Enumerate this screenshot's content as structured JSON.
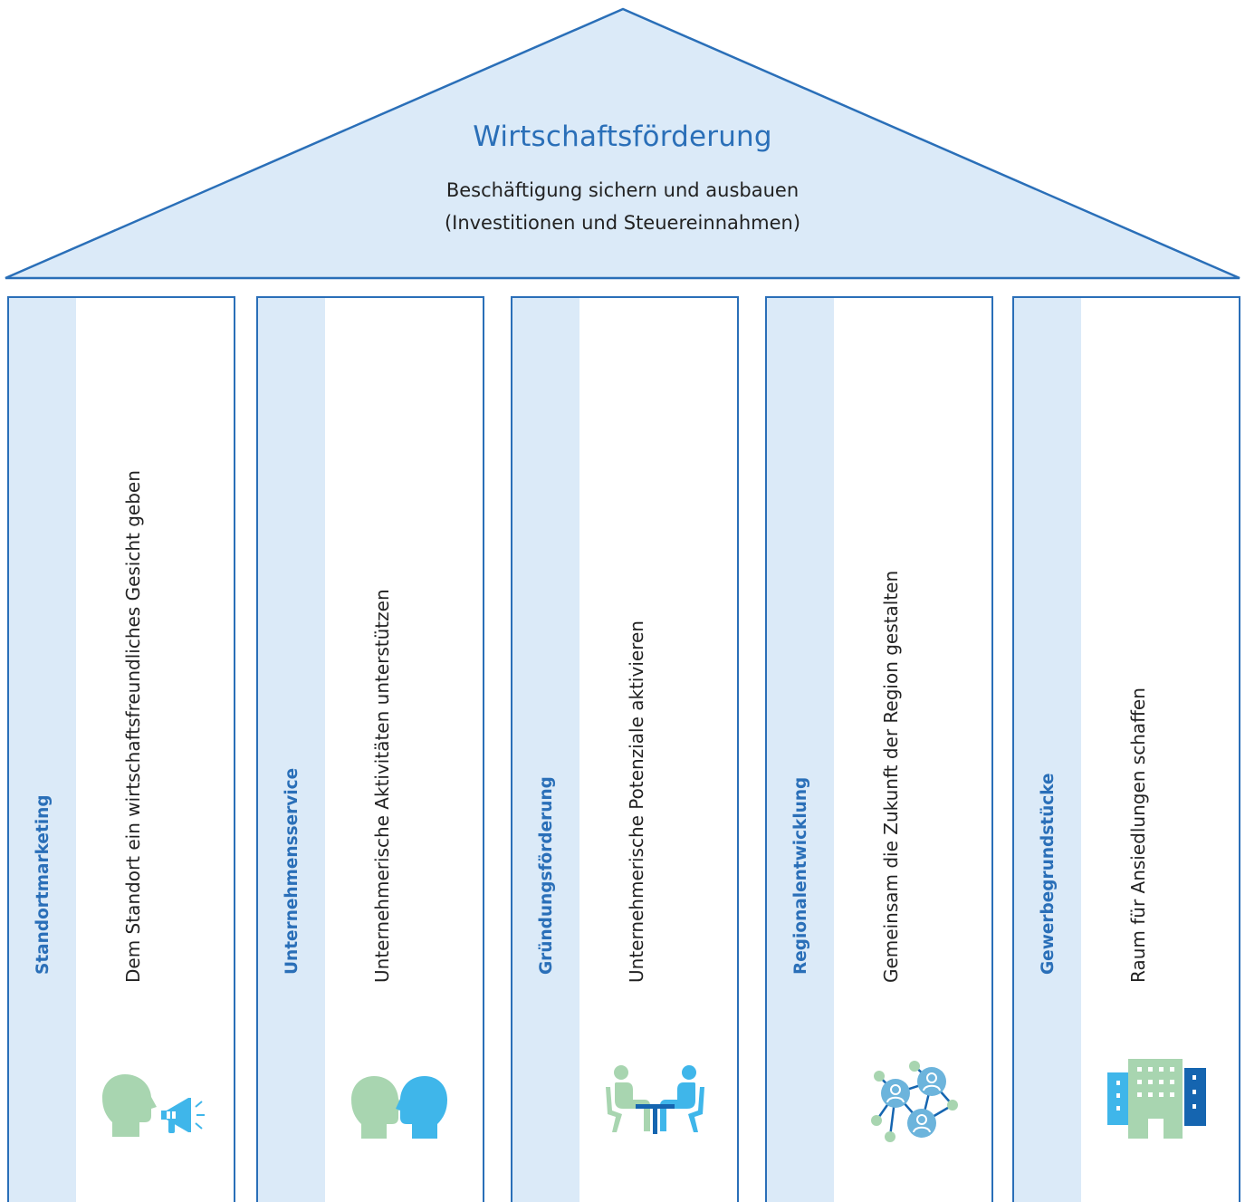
{
  "roof": {
    "title": "Wirtschaftsförderung",
    "subtitle_line1": "Beschäftigung sichern und ausbauen",
    "subtitle_line2": "(Investitionen und Steuereinnahmen)"
  },
  "pillars": [
    {
      "title": "Standortmarketing",
      "description": "Dem Standort ein wirtschaftsfreundliches Gesicht geben",
      "icon": "megaphone-speaker-icon"
    },
    {
      "title": "Unternehmensservice",
      "description": "Unternehmerische Aktivitäten unterstützen",
      "icon": "two-heads-dialogue-icon"
    },
    {
      "title": "Gründungsförderung",
      "description": "Unternehmerische Potenziale aktivieren",
      "icon": "meeting-table-icon"
    },
    {
      "title": "Regionalentwicklung",
      "description": "Gemeinsam die Zukunft der Region gestalten",
      "icon": "network-people-icon"
    },
    {
      "title": "Gewerbegrundstücke",
      "description": "Raum für Ansiedlungen schaffen",
      "icon": "buildings-icon"
    }
  ],
  "colors": {
    "accent": "#2a6fb8",
    "roof_fill": "#dbeaf8",
    "stripe_fill": "#dbeaf8",
    "icon_green": "#a8d5b0",
    "icon_light_blue": "#3fb6ea",
    "icon_mid_blue": "#6cb4dc",
    "icon_dark_blue": "#1565b0"
  }
}
